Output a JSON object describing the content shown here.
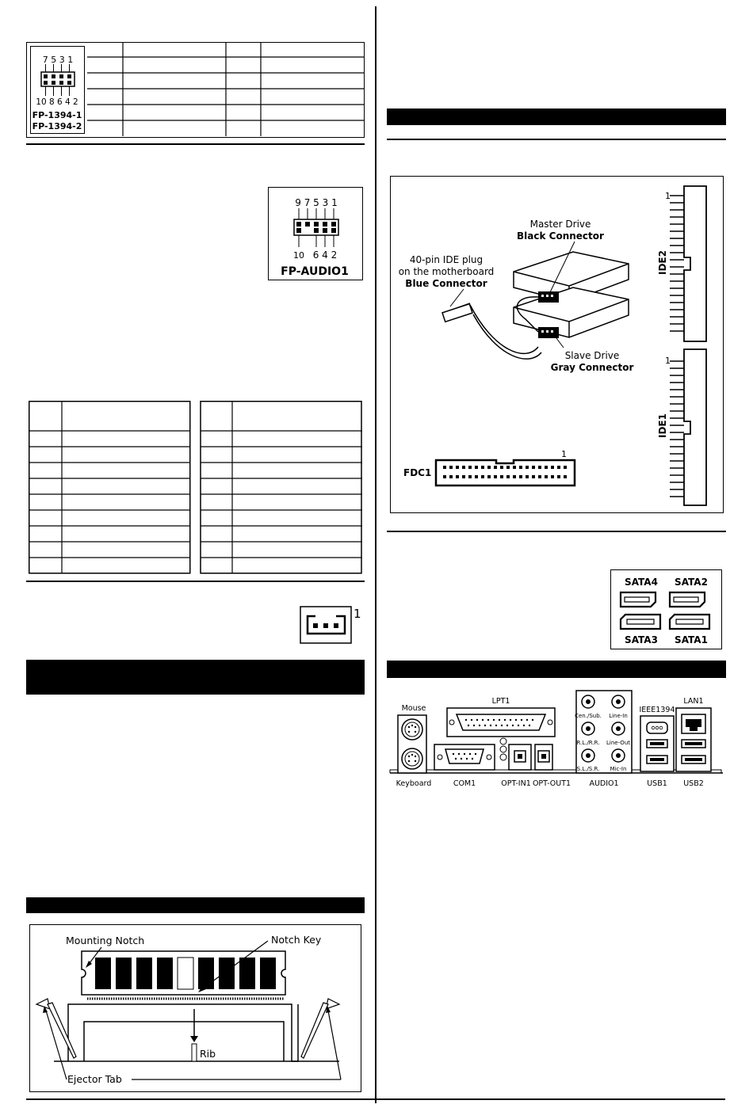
{
  "fp1394": {
    "top_pins": "7 5 3 1",
    "bottom_pins": "10 8 6 4 2",
    "name1": "FP-1394-1",
    "name2": "FP-1394-2"
  },
  "fp_audio": {
    "top_pins": "9 7 5 3 1",
    "bottom_left": "10",
    "bottom_right": "6 4 2",
    "name": "FP-AUDIO1"
  },
  "fan_pin": "1",
  "ide": {
    "master_line1": "Master Drive",
    "master_line2": "Black Connector",
    "plug_line1": "40-pin IDE plug",
    "plug_line2": "on the motherboard",
    "plug_line3": "Blue Connector",
    "slave_line1": "Slave Drive",
    "slave_line2": "Gray Connector",
    "ide2": "IDE2",
    "ide1": "IDE1",
    "pin1": "1",
    "fdc": "FDC1",
    "fdc_pin1": "1"
  },
  "sata": {
    "p4": "SATA4",
    "p2": "SATA2",
    "p3": "SATA3",
    "p1": "SATA1"
  },
  "rear": {
    "mouse": "Mouse",
    "keyboard": "Keyboard",
    "lpt": "LPT1",
    "com": "COM1",
    "optin": "OPT-IN1",
    "optout": "OPT-OUT1",
    "audio": "AUDIO1",
    "cen": "Cen./Sub.",
    "linein": "Line-In",
    "rl": "R.L./R.R.",
    "lineout": "Line-Out",
    "sl": "S.L./S.R.",
    "micin": "Mic-In",
    "ieee": "IEEE1394",
    "lan": "LAN1",
    "usb1": "USB1",
    "usb2": "USB2"
  },
  "dimm": {
    "mounting_notch": "Mounting Notch",
    "notch_key": "Notch Key",
    "rib": "Rib",
    "ejector_tab": "Ejector Tab"
  }
}
